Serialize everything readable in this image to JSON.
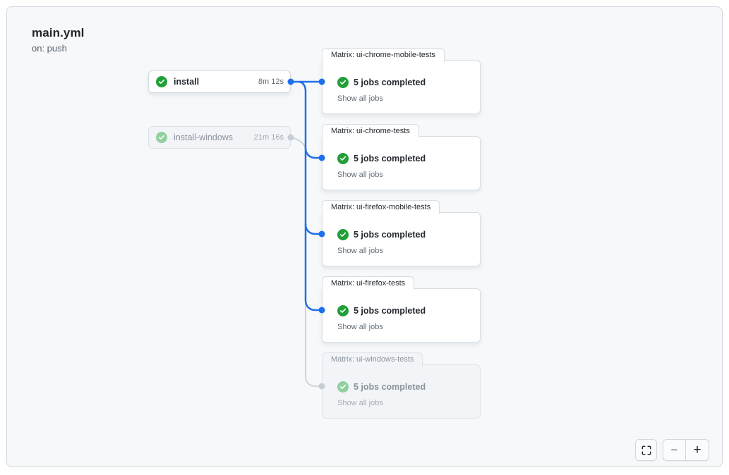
{
  "header": {
    "title": "main.yml",
    "trigger": "on: push"
  },
  "jobs": [
    {
      "label": "install",
      "duration": "8m 12s",
      "status": "completed",
      "icon": "check-circle-icon"
    },
    {
      "label": "install-windows",
      "duration": "21m 16s",
      "status": "completed-muted",
      "icon": "check-circle-icon"
    }
  ],
  "matrices": [
    {
      "label": "Matrix: ui-chrome-mobile-tests",
      "summary": "5 jobs completed",
      "link": "Show all jobs",
      "muted": false
    },
    {
      "label": "Matrix: ui-chrome-tests",
      "summary": "5 jobs completed",
      "link": "Show all jobs",
      "muted": false
    },
    {
      "label": "Matrix: ui-firefox-mobile-tests",
      "summary": "5 jobs completed",
      "link": "Show all jobs",
      "muted": false
    },
    {
      "label": "Matrix: ui-firefox-tests",
      "summary": "5 jobs completed",
      "link": "Show all jobs",
      "muted": false
    },
    {
      "label": "Matrix: ui-windows-tests",
      "summary": "5 jobs completed",
      "link": "Show all jobs",
      "muted": true
    }
  ],
  "controls": {
    "fullscreen": "screen-full-icon",
    "zoom_out": "−",
    "zoom_in": "+"
  },
  "colors": {
    "accent_blue": "#1f6feb",
    "success_green": "#21a038",
    "muted_green": "#90d09e",
    "panel_bg": "#f6f8fa",
    "card_border": "#d8dee4",
    "muted_line": "#cdd4db"
  }
}
